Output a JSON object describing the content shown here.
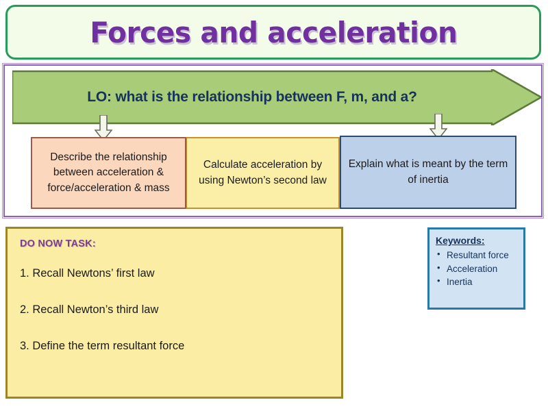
{
  "title": {
    "text": "Forces and acceleration",
    "color": "#7030a0",
    "border_color": "#269b5a",
    "fill_color": "#f3fce9"
  },
  "objectives": {
    "frame_border_color": "#8c5fc0",
    "lo_banner": {
      "text": "LO: what is the relationship between F, m, and a?",
      "fill_color": "#a9cc79",
      "text_color": "#16325c",
      "shape": "right-arrow-pentagon"
    },
    "arrows": [
      {
        "icon": "arrow-down-icon",
        "position": "left"
      },
      {
        "icon": "arrow-down-icon",
        "position": "right"
      }
    ],
    "boxes": [
      {
        "text": "Describe the relationship between acceleration & force/acceleration & mass",
        "fill_color": "#fbd7be",
        "border_color": "#9c5a4a",
        "level": "must"
      },
      {
        "text": "Calculate acceleration by using Newton’s second law",
        "fill_color": "#fbefa8",
        "border_color": "#c98f2a",
        "level": "should"
      },
      {
        "text": "Explain what is meant by the term of inertia",
        "fill_color": "#bdd0ea",
        "border_color": "#2c4a6b",
        "level": "could"
      }
    ]
  },
  "do_now": {
    "heading": "DO NOW TASK:",
    "heading_color": "#7c3f8e",
    "fill_color": "#fbeda4",
    "border_color": "#9a8527",
    "items": [
      "1. Recall Newtons’ first law",
      "2. Recall Newton’s third law",
      "3. Define the term resultant force"
    ]
  },
  "keywords": {
    "heading": "Keywords:",
    "fill_color": "#d2e4f3",
    "border_color": "#2879a8",
    "text_color": "#16325c",
    "items": [
      "Resultant force",
      "Acceleration",
      "Inertia"
    ]
  }
}
